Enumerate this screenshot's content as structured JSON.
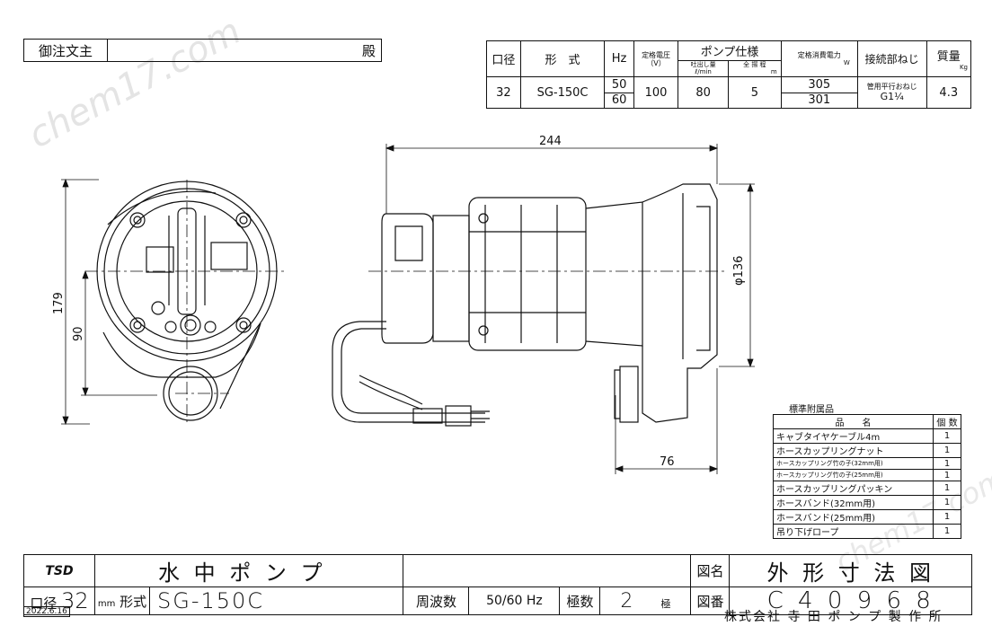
{
  "order": {
    "label": "御注文主",
    "suffix": "殿"
  },
  "spec": {
    "headers": {
      "bore": "口径",
      "model": "形　式",
      "hz": "Hz",
      "voltage": "定格電圧",
      "voltage_unit": "（V）",
      "pump_spec": "ポンプ仕様",
      "discharge": "吐出し量",
      "discharge_unit": "ℓ/min",
      "head": "全 揚 程",
      "head_unit": "m",
      "power": "定格消費電力",
      "power_unit": "W",
      "thread": "接続部ねじ",
      "weight": "質量",
      "weight_unit": "Kg"
    },
    "values": {
      "bore": "32",
      "model": "SG-150C",
      "hz50": "50",
      "hz60": "60",
      "voltage": "100",
      "discharge": "80",
      "head": "5",
      "power50": "305",
      "power60": "301",
      "thread1": "管用平行おねじ",
      "thread2": "G1¼",
      "weight": "4.3"
    }
  },
  "dims": {
    "d244": "244",
    "d136": "φ136",
    "d179": "179",
    "d90": "90",
    "d76": "76"
  },
  "accessories": {
    "title": "標準附属品",
    "col_name": "品　　名",
    "col_qty": "個 数",
    "rows": [
      {
        "name": "キャブタイヤケーブル4m",
        "qty": "1"
      },
      {
        "name": "ホースカップリングナット",
        "qty": "1"
      },
      {
        "name": "ホースカップリング竹の子(32mm用)",
        "qty": "1"
      },
      {
        "name": "ホースカップリング竹の子(25mm用)",
        "qty": "1"
      },
      {
        "name": "ホースカップリングパッキン",
        "qty": "1"
      },
      {
        "name": "ホースバンド(32mm用)",
        "qty": "1"
      },
      {
        "name": "ホースバンド(25mm用)",
        "qty": "1"
      },
      {
        "name": "吊り下げロープ",
        "qty": "1"
      }
    ]
  },
  "title_block": {
    "logo": "TSD",
    "product": "水 中 ポ ン プ",
    "bore_label": "口径",
    "bore_value": "32",
    "bore_unit": "mm",
    "model_label": "形式",
    "model_value": "SG-150C",
    "freq_label": "周波数",
    "freq_value": "50/60 Hz",
    "poles_label": "極数",
    "poles_value": "2",
    "poles_unit": "極",
    "drawing_name_label": "図名",
    "drawing_name": "外 形 寸 法 図",
    "drawing_no_label": "図番",
    "drawing_no": "C 4 0 9 6 8",
    "company": "株式会社 寺 田 ポ ン プ 製 作 所",
    "date": "2022.6.16"
  },
  "watermark": "chem17.com"
}
